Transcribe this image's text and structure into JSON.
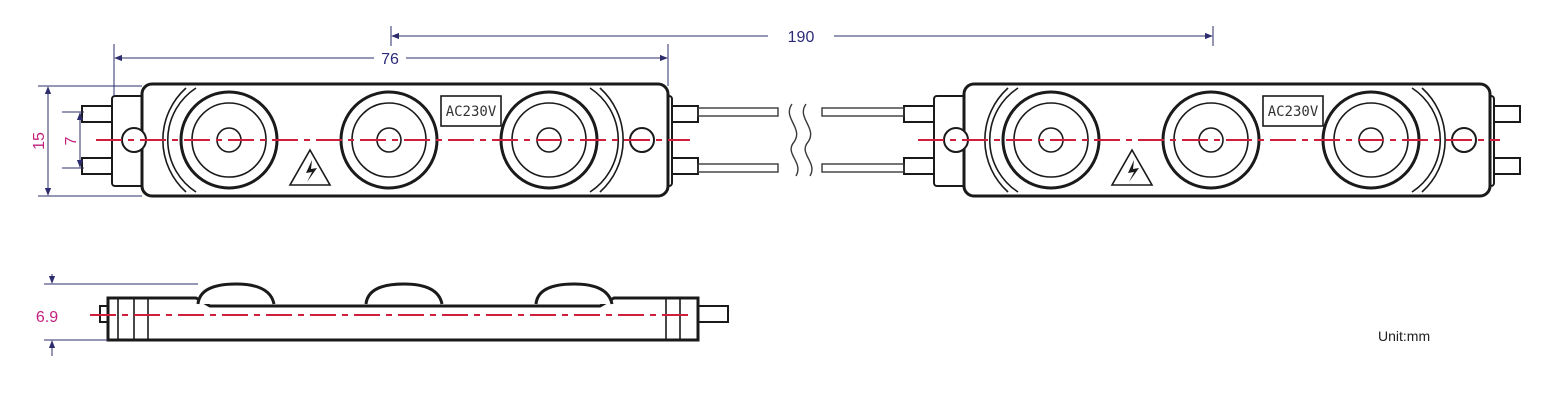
{
  "dimensions": {
    "total_length": "190",
    "module_length": "76",
    "module_height": "15",
    "lens_spacing": "7",
    "thickness": "6.9"
  },
  "module_label": "AC230V",
  "unit_label": "Unit:mm",
  "colors": {
    "dimension_text": "#2b2b7a",
    "dimension_text_vertical": "#c2217e",
    "centerline": "#d01f3c",
    "outline": "#1a1a1a"
  },
  "icons": {
    "warning": "high-voltage-warning-icon"
  }
}
